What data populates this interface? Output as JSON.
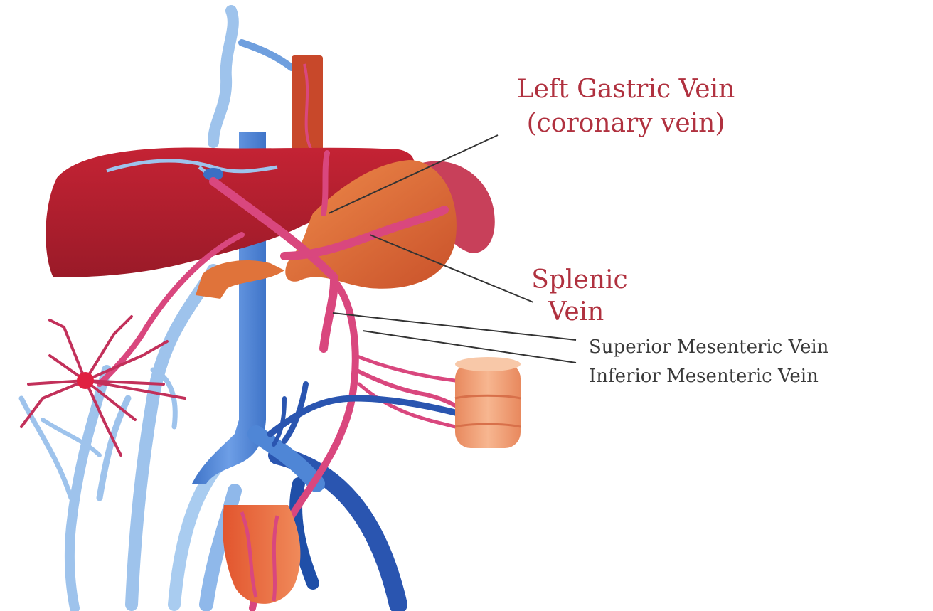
{
  "labels": {
    "left_gastric_line1": "Left Gastric Vein",
    "left_gastric_line2": "(coronary vein)",
    "splenic_line1": "Splenic",
    "splenic_line2": "Vein",
    "superior_mesenteric": "Superior Mesenteric Vein",
    "inferior_mesenteric": "Inferior Mesenteric Vein"
  },
  "colors": {
    "label_red": "#b0313f",
    "label_dark": "#3a3a3a",
    "liver": "#b0202e",
    "portal_pink": "#d9477e",
    "vena_cava_blue": "#4f86d6",
    "light_blue": "#9ec3ec",
    "dark_blue": "#1f4fa8",
    "stomach_orange": "#e0733a",
    "spleen": "#c8405a",
    "esophagus": "#c8482a",
    "colon_peach": "#f2a07a",
    "leader_line": "#333333"
  }
}
